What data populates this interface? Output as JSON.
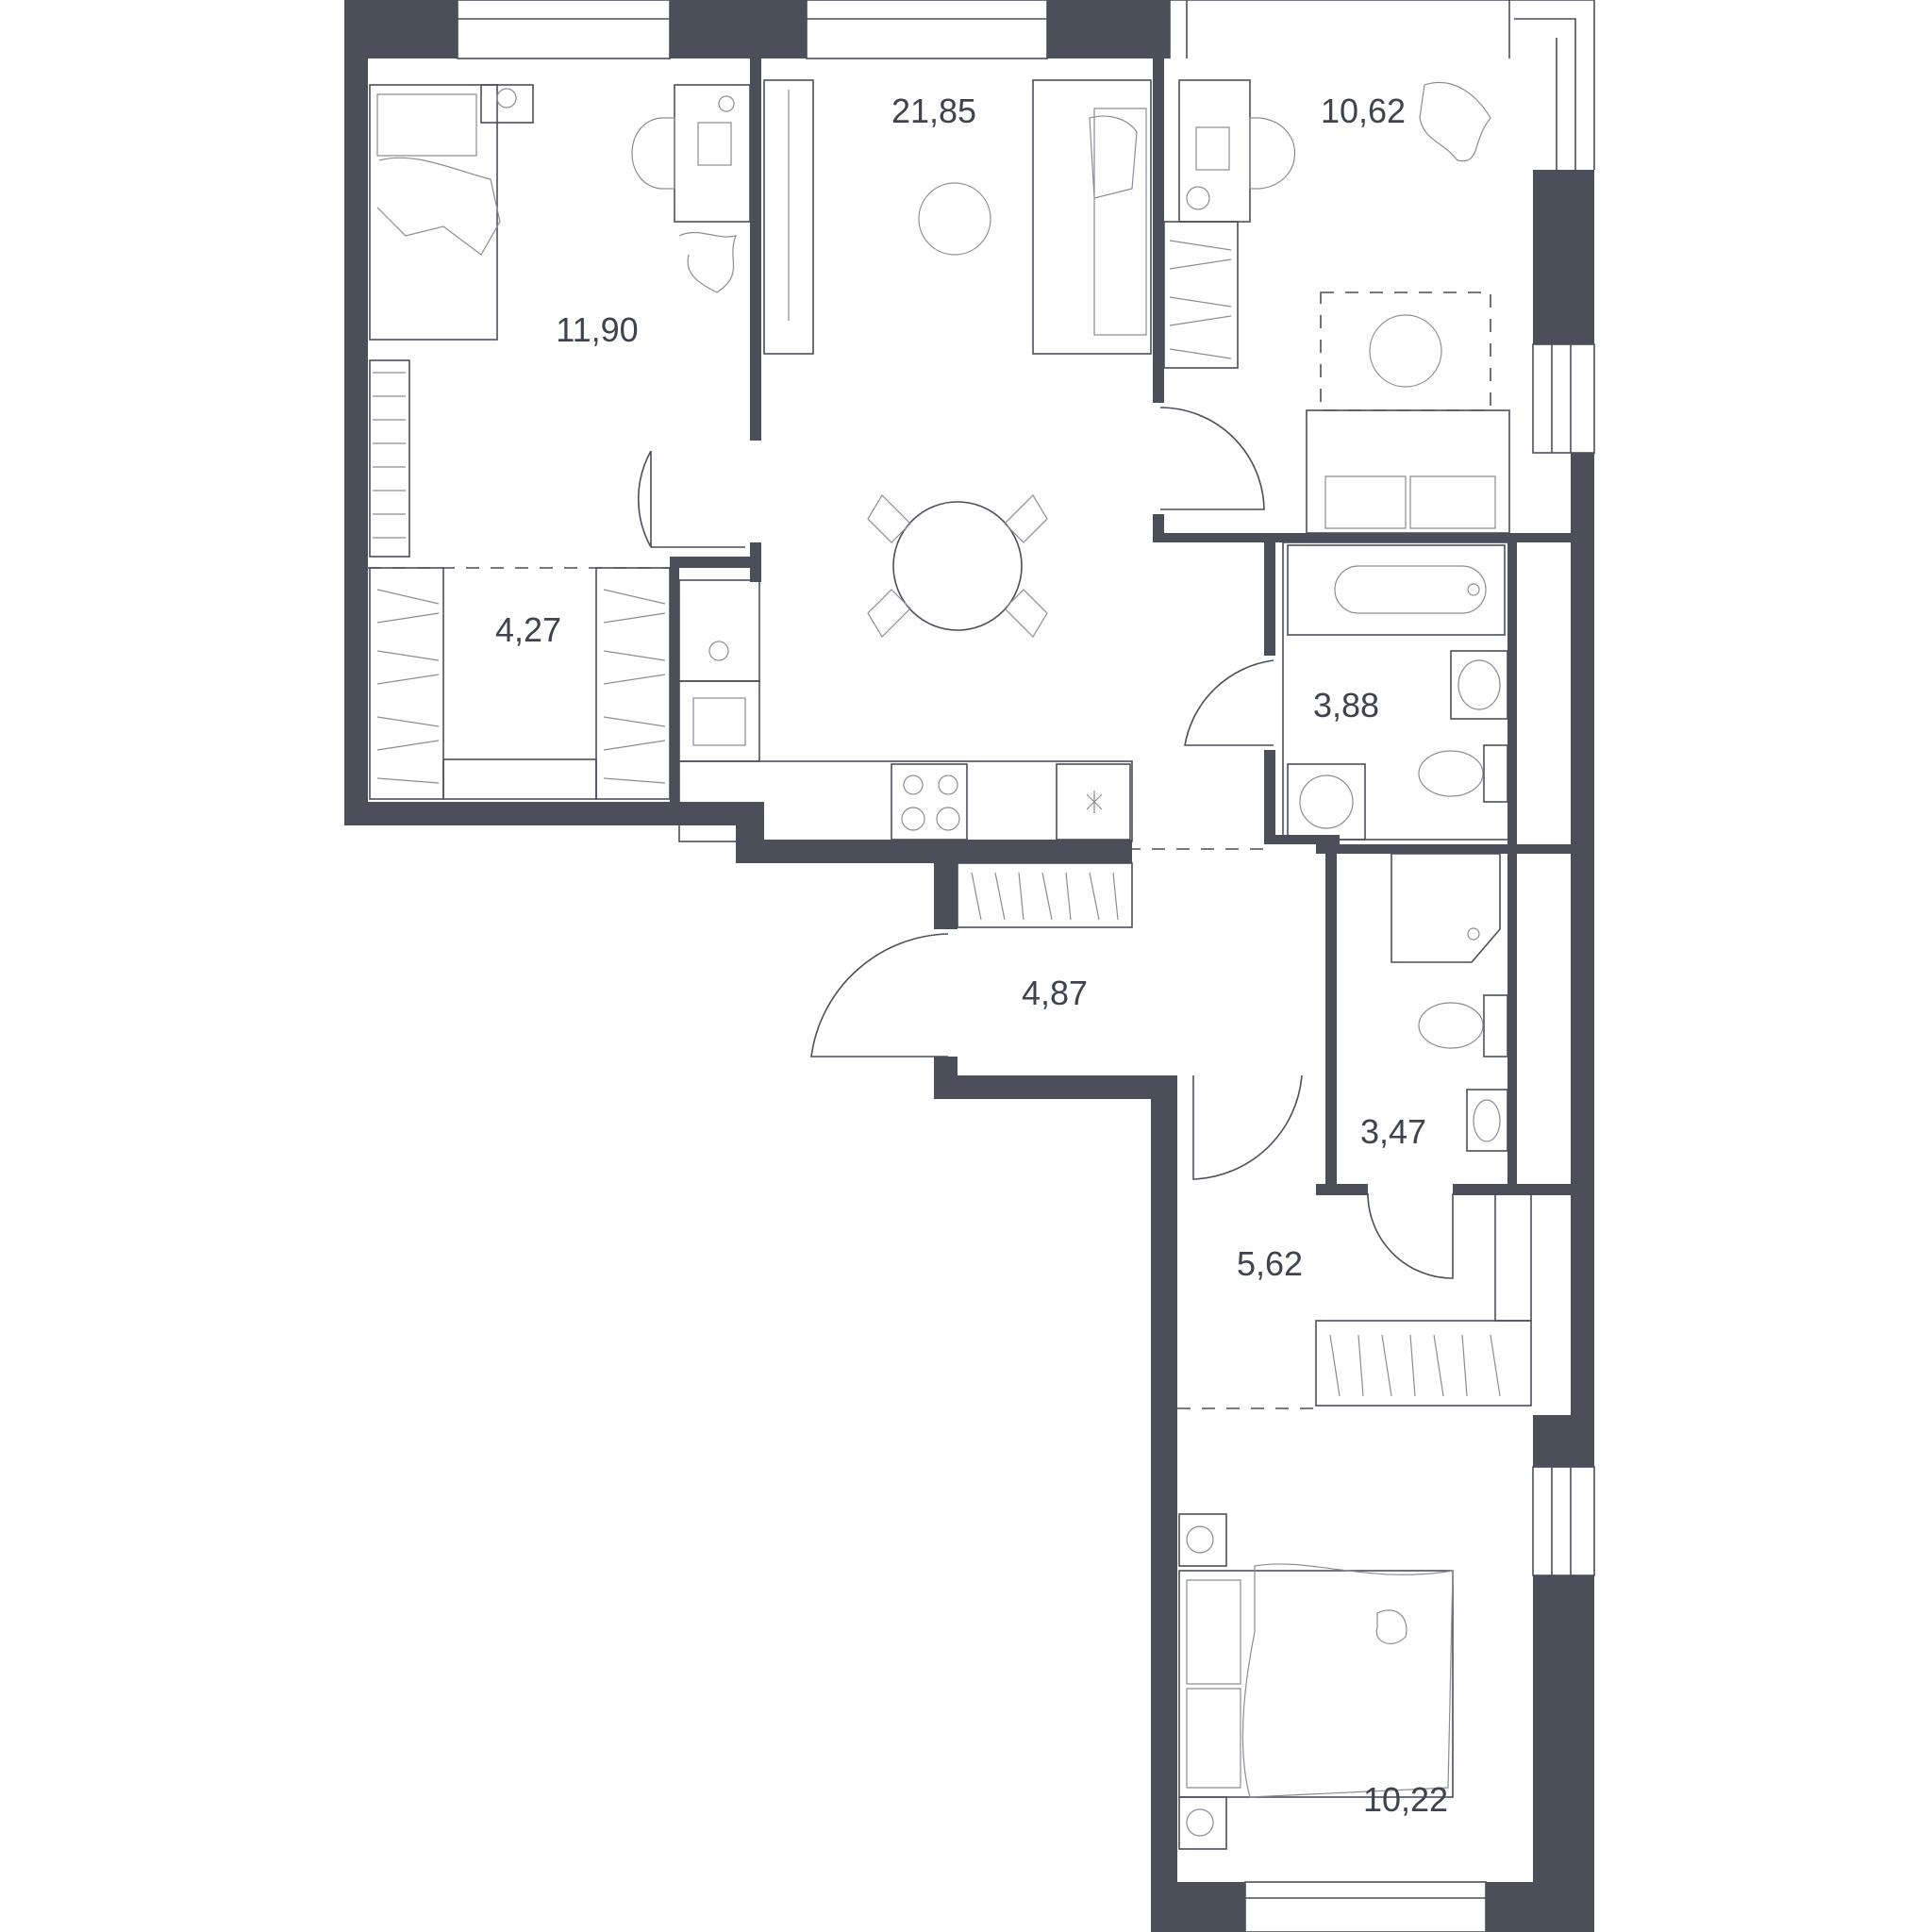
{
  "plan": {
    "colors": {
      "wall": "#4b4f5a",
      "line": "#4b4f5a",
      "background": "#ffffff"
    },
    "rooms": [
      {
        "id": "bedroom-left",
        "area": "11,90"
      },
      {
        "id": "living-kitchen",
        "area": "21,85"
      },
      {
        "id": "bedroom-right-top",
        "area": "10,62"
      },
      {
        "id": "closet-left",
        "area": "4,27"
      },
      {
        "id": "bathroom-1",
        "area": "3,88"
      },
      {
        "id": "hallway-entry",
        "area": "4,87"
      },
      {
        "id": "bathroom-2",
        "area": "3,47"
      },
      {
        "id": "corridor",
        "area": "5,62"
      },
      {
        "id": "bedroom-bottom",
        "area": "10,22"
      }
    ],
    "icons": [
      "bed-icon",
      "desk-icon",
      "chair-icon",
      "sofa-icon",
      "dining-table-icon",
      "bathtub-icon",
      "toilet-icon",
      "sink-icon",
      "shower-icon",
      "washing-machine-icon",
      "stove-icon",
      "wardrobe-icon",
      "plant-icon",
      "door-swing-icon",
      "window-icon"
    ]
  }
}
